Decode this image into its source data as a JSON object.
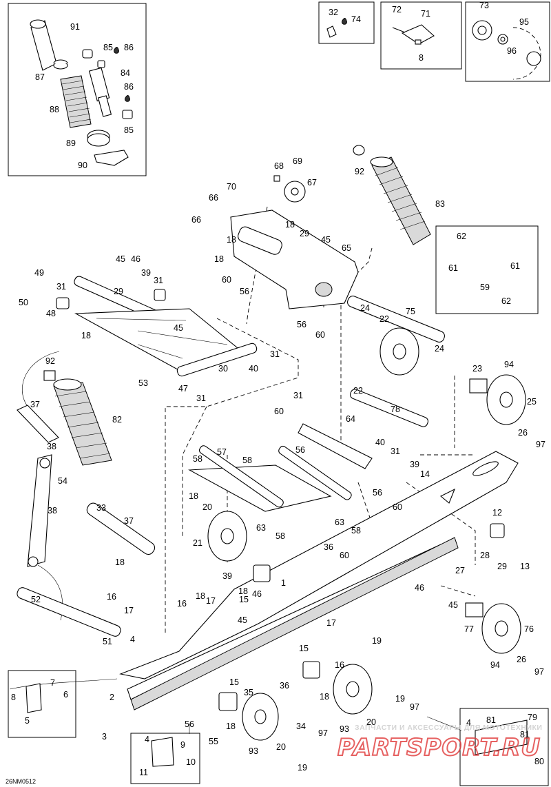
{
  "diagram": {
    "reference_code": "26NM0512",
    "watermark": {
      "tagline": "ЗАПЧАСТИ И АКСЕССУАРЫ ДЛЯ МОТОТЕХНИКИ",
      "logo_text": "PARTSPORT.RU"
    },
    "callouts": [
      {
        "key": "c91",
        "label": "91"
      },
      {
        "key": "c87",
        "label": "87"
      },
      {
        "key": "c85a",
        "label": "85"
      },
      {
        "key": "c86a",
        "label": "86"
      },
      {
        "key": "c84",
        "label": "84"
      },
      {
        "key": "c86b",
        "label": "86"
      },
      {
        "key": "c88",
        "label": "88"
      },
      {
        "key": "c85b",
        "label": "85"
      },
      {
        "key": "c89",
        "label": "89"
      },
      {
        "key": "c90",
        "label": "90"
      },
      {
        "key": "c32",
        "label": "32"
      },
      {
        "key": "c74",
        "label": "74"
      },
      {
        "key": "c72",
        "label": "72"
      },
      {
        "key": "c71",
        "label": "71"
      },
      {
        "key": "c8a",
        "label": "8"
      },
      {
        "key": "c73",
        "label": "73"
      },
      {
        "key": "c95",
        "label": "95"
      },
      {
        "key": "c96",
        "label": "96"
      },
      {
        "key": "c68",
        "label": "68"
      },
      {
        "key": "c69",
        "label": "69"
      },
      {
        "key": "c67",
        "label": "67"
      },
      {
        "key": "c70",
        "label": "70"
      },
      {
        "key": "c66a",
        "label": "66"
      },
      {
        "key": "c66b",
        "label": "66"
      },
      {
        "key": "c18a",
        "label": "18"
      },
      {
        "key": "c29a",
        "label": "29"
      },
      {
        "key": "c18b",
        "label": "18"
      },
      {
        "key": "c45a",
        "label": "45"
      },
      {
        "key": "c65",
        "label": "65"
      },
      {
        "key": "c18c",
        "label": "18"
      },
      {
        "key": "c60a",
        "label": "60"
      },
      {
        "key": "c56a",
        "label": "56"
      },
      {
        "key": "c56b",
        "label": "56"
      },
      {
        "key": "c60b",
        "label": "60"
      },
      {
        "key": "c92a",
        "label": "92"
      },
      {
        "key": "c83",
        "label": "83"
      },
      {
        "key": "c62a",
        "label": "62"
      },
      {
        "key": "c61a",
        "label": "61"
      },
      {
        "key": "c61b",
        "label": "61"
      },
      {
        "key": "c59",
        "label": "59"
      },
      {
        "key": "c62b",
        "label": "62"
      },
      {
        "key": "c49",
        "label": "49"
      },
      {
        "key": "c50",
        "label": "50"
      },
      {
        "key": "c48",
        "label": "48"
      },
      {
        "key": "c31a",
        "label": "31"
      },
      {
        "key": "c45b",
        "label": "45"
      },
      {
        "key": "c46a",
        "label": "46"
      },
      {
        "key": "c39a",
        "label": "39"
      },
      {
        "key": "c31b",
        "label": "31"
      },
      {
        "key": "c29b",
        "label": "29"
      },
      {
        "key": "c45c",
        "label": "45"
      },
      {
        "key": "c18d",
        "label": "18"
      },
      {
        "key": "c53",
        "label": "53"
      },
      {
        "key": "c30",
        "label": "30"
      },
      {
        "key": "c40a",
        "label": "40"
      },
      {
        "key": "c31c",
        "label": "31"
      },
      {
        "key": "c47",
        "label": "47"
      },
      {
        "key": "c31d",
        "label": "31"
      },
      {
        "key": "c24a",
        "label": "24"
      },
      {
        "key": "c22a",
        "label": "22"
      },
      {
        "key": "c75",
        "label": "75"
      },
      {
        "key": "c24b",
        "label": "24"
      },
      {
        "key": "c23",
        "label": "23"
      },
      {
        "key": "c94a",
        "label": "94"
      },
      {
        "key": "c25",
        "label": "25"
      },
      {
        "key": "c26a",
        "label": "26"
      },
      {
        "key": "c97a",
        "label": "97"
      },
      {
        "key": "c92b",
        "label": "92"
      },
      {
        "key": "c37a",
        "label": "37"
      },
      {
        "key": "c82",
        "label": "82"
      },
      {
        "key": "c38a",
        "label": "38"
      },
      {
        "key": "c54",
        "label": "54"
      },
      {
        "key": "c38b",
        "label": "38"
      },
      {
        "key": "c33",
        "label": "33"
      },
      {
        "key": "c37b",
        "label": "37"
      },
      {
        "key": "c31e",
        "label": "31"
      },
      {
        "key": "c60c",
        "label": "60"
      },
      {
        "key": "c64",
        "label": "64"
      },
      {
        "key": "c22b",
        "label": "22"
      },
      {
        "key": "c78",
        "label": "78"
      },
      {
        "key": "c56c",
        "label": "56"
      },
      {
        "key": "c40b",
        "label": "40"
      },
      {
        "key": "c31f",
        "label": "31"
      },
      {
        "key": "c39b",
        "label": "39"
      },
      {
        "key": "c14",
        "label": "14"
      },
      {
        "key": "c56d",
        "label": "56"
      },
      {
        "key": "c60d",
        "label": "60"
      },
      {
        "key": "c58a",
        "label": "58"
      },
      {
        "key": "c57",
        "label": "57"
      },
      {
        "key": "c58b",
        "label": "58"
      },
      {
        "key": "c18e",
        "label": "18"
      },
      {
        "key": "c20a",
        "label": "20"
      },
      {
        "key": "c21",
        "label": "21"
      },
      {
        "key": "c63a",
        "label": "63"
      },
      {
        "key": "c58c",
        "label": "58"
      },
      {
        "key": "c63b",
        "label": "63"
      },
      {
        "key": "c58d",
        "label": "58"
      },
      {
        "key": "c36a",
        "label": "36"
      },
      {
        "key": "c60e",
        "label": "60"
      },
      {
        "key": "c12",
        "label": "12"
      },
      {
        "key": "c28",
        "label": "28"
      },
      {
        "key": "c29c",
        "label": "29"
      },
      {
        "key": "c13",
        "label": "13"
      },
      {
        "key": "c27",
        "label": "27"
      },
      {
        "key": "c18f",
        "label": "18"
      },
      {
        "key": "c16a",
        "label": "16"
      },
      {
        "key": "c17a",
        "label": "17"
      },
      {
        "key": "c39c",
        "label": "39"
      },
      {
        "key": "c18g",
        "label": "18"
      },
      {
        "key": "c15a",
        "label": "15"
      },
      {
        "key": "c1",
        "label": "1"
      },
      {
        "key": "c46b",
        "label": "46"
      },
      {
        "key": "c45d",
        "label": "45"
      },
      {
        "key": "c16b",
        "label": "16"
      },
      {
        "key": "c18h",
        "label": "18"
      },
      {
        "key": "c17b",
        "label": "17"
      },
      {
        "key": "c46c",
        "label": "46"
      },
      {
        "key": "c45e",
        "label": "45"
      },
      {
        "key": "c52",
        "label": "52"
      },
      {
        "key": "c51",
        "label": "51"
      },
      {
        "key": "c4a",
        "label": "4"
      },
      {
        "key": "c17c",
        "label": "17"
      },
      {
        "key": "c19a",
        "label": "19"
      },
      {
        "key": "c15b",
        "label": "15"
      },
      {
        "key": "c16c",
        "label": "16"
      },
      {
        "key": "c77",
        "label": "77"
      },
      {
        "key": "c76",
        "label": "76"
      },
      {
        "key": "c94b",
        "label": "94"
      },
      {
        "key": "c26b",
        "label": "26"
      },
      {
        "key": "c97b",
        "label": "97"
      },
      {
        "key": "c8b",
        "label": "8"
      },
      {
        "key": "c7",
        "label": "7"
      },
      {
        "key": "c6",
        "label": "6"
      },
      {
        "key": "c5",
        "label": "5"
      },
      {
        "key": "c2",
        "label": "2"
      },
      {
        "key": "c35",
        "label": "35"
      },
      {
        "key": "c15c",
        "label": "15"
      },
      {
        "key": "c36b",
        "label": "36"
      },
      {
        "key": "c18i",
        "label": "18"
      },
      {
        "key": "c34",
        "label": "34"
      },
      {
        "key": "c56e",
        "label": "56"
      },
      {
        "key": "c18j",
        "label": "18"
      },
      {
        "key": "c55",
        "label": "55"
      },
      {
        "key": "c93a",
        "label": "93"
      },
      {
        "key": "c20b",
        "label": "20"
      },
      {
        "key": "c19b",
        "label": "19"
      },
      {
        "key": "c97c",
        "label": "97"
      },
      {
        "key": "c93b",
        "label": "93"
      },
      {
        "key": "c20c",
        "label": "20"
      },
      {
        "key": "c19c",
        "label": "19"
      },
      {
        "key": "c97d",
        "label": "97"
      },
      {
        "key": "c3",
        "label": "3"
      },
      {
        "key": "c4b",
        "label": "4"
      },
      {
        "key": "c9",
        "label": "9"
      },
      {
        "key": "c11",
        "label": "11"
      },
      {
        "key": "c10",
        "label": "10"
      },
      {
        "key": "c4c",
        "label": "4"
      },
      {
        "key": "c81a",
        "label": "81"
      },
      {
        "key": "c79",
        "label": "79"
      },
      {
        "key": "c81b",
        "label": "81"
      },
      {
        "key": "c80",
        "label": "80"
      }
    ]
  }
}
